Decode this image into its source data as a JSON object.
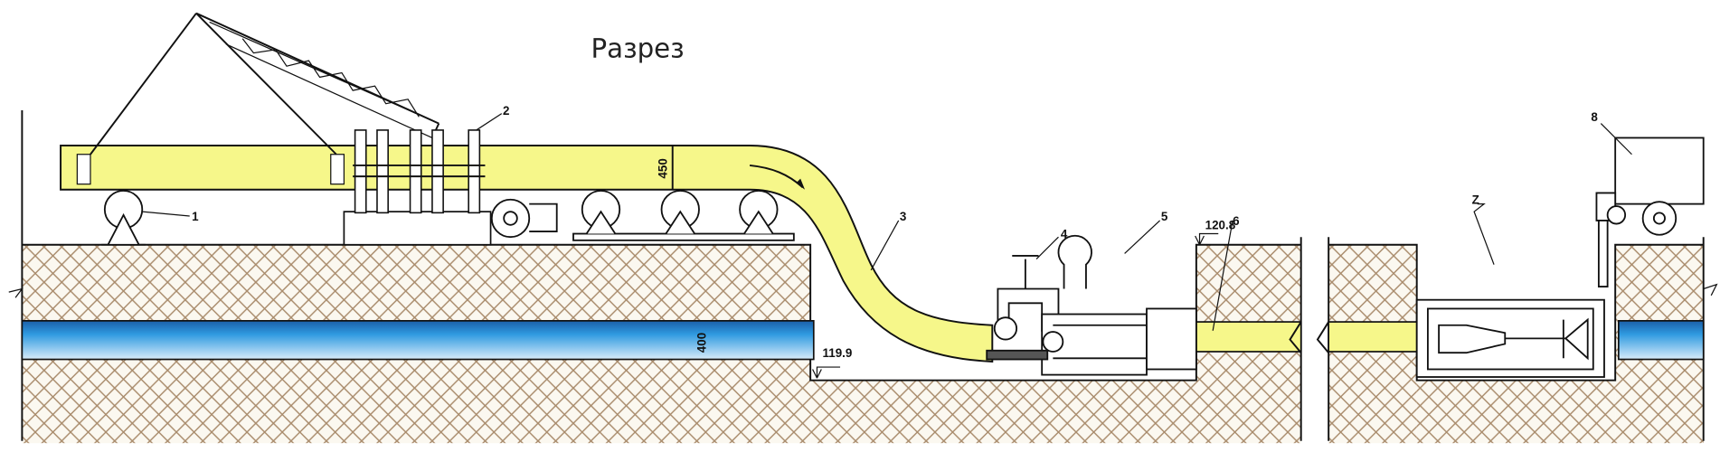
{
  "title": "Разрез",
  "labels": {
    "l1": "1",
    "l2": "2",
    "l3": "3",
    "l4": "4",
    "l5": "5",
    "l6": "6",
    "l7": "Z",
    "l8": "8"
  },
  "dimensions": {
    "pipe_new": "450",
    "pipe_old": "400",
    "elev_top": "120.8",
    "elev_pit": "119.9"
  },
  "colors": {
    "new_pipe": "#f6f78a",
    "old_pipe": "#2f8fd6",
    "soil_hatch": "#a88a6a"
  }
}
